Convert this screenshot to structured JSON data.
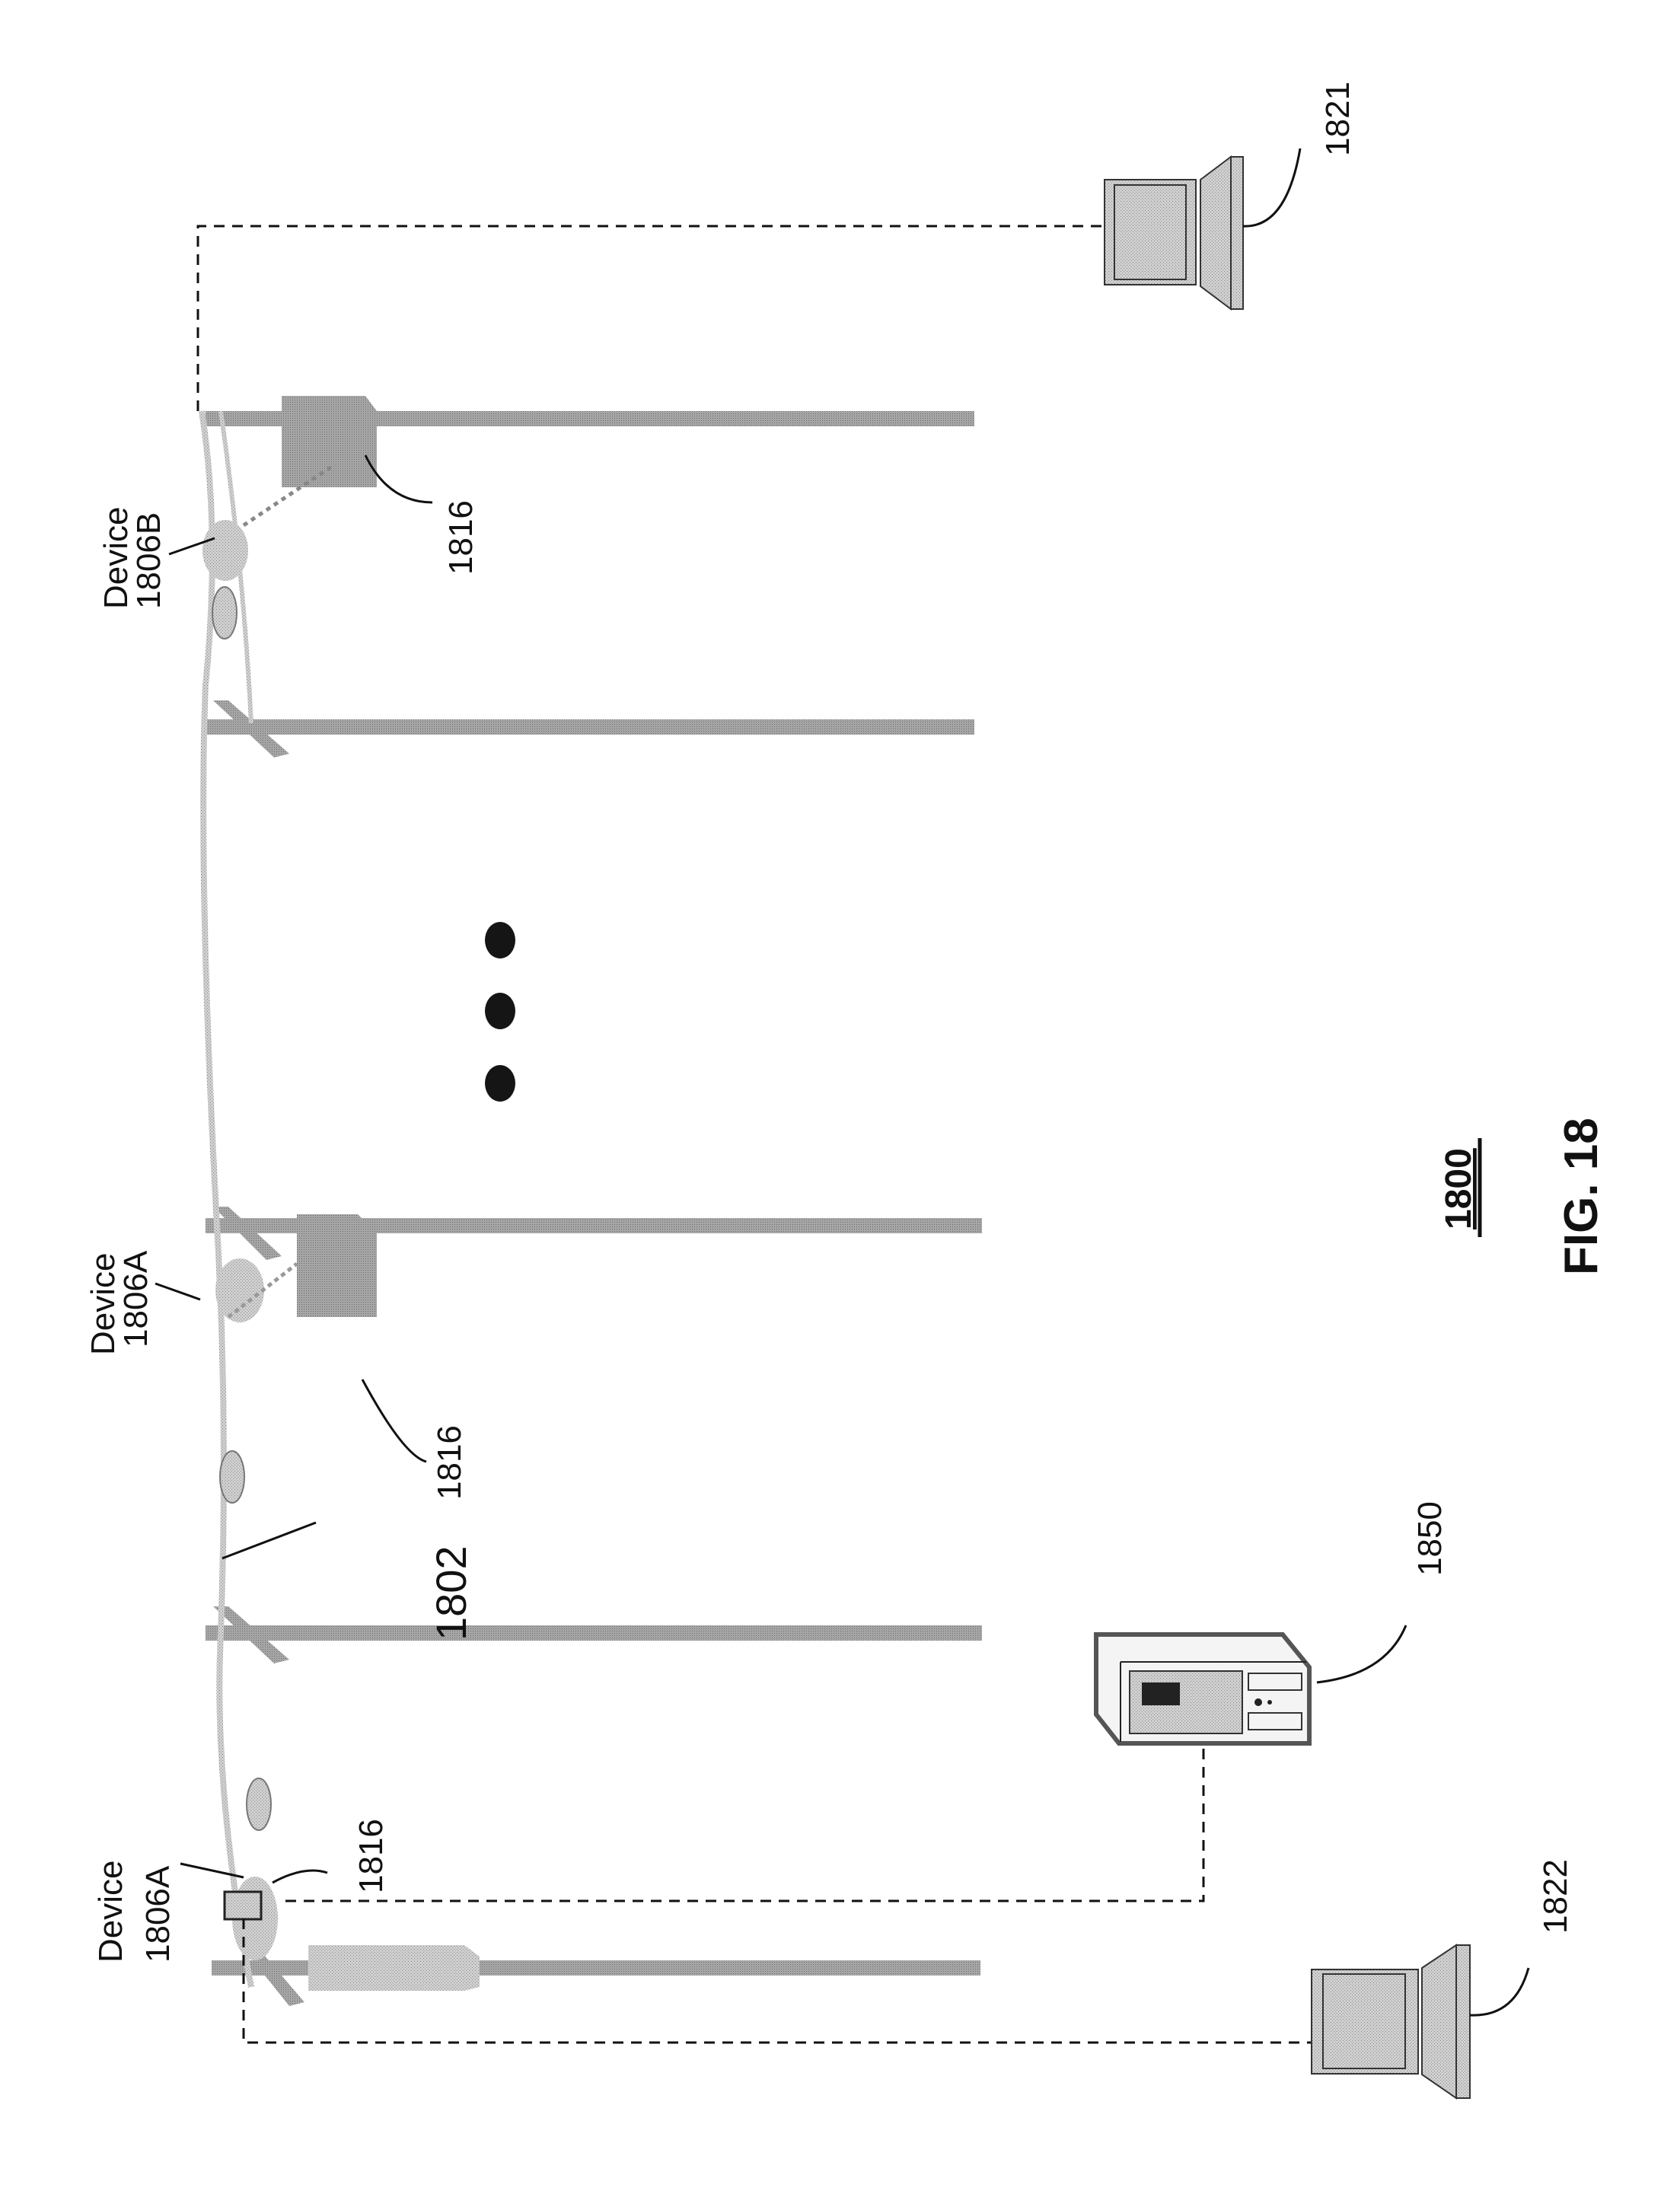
{
  "figure": {
    "title": "FIG. 18",
    "ref": "1800",
    "orientation": "rotated-90-ccw"
  },
  "labels": {
    "device_a_top": "Device",
    "device_a_top_id": "1806A",
    "device_a_bottom": "Device",
    "device_a_bottom_id": "1806A",
    "device_b": "Device",
    "device_b_id": "1806B",
    "coupler_1": "1816",
    "coupler_2": "1816",
    "coupler_3": "1816",
    "line": "1802",
    "server": "1850",
    "laptop_top": "1821",
    "laptop_bottom": "1822"
  },
  "colors": {
    "pole": "#a8a8a8",
    "device": "#c8c8c8",
    "coupler": "#b0b0b0",
    "ink": "#111111",
    "dots": "#151515"
  }
}
